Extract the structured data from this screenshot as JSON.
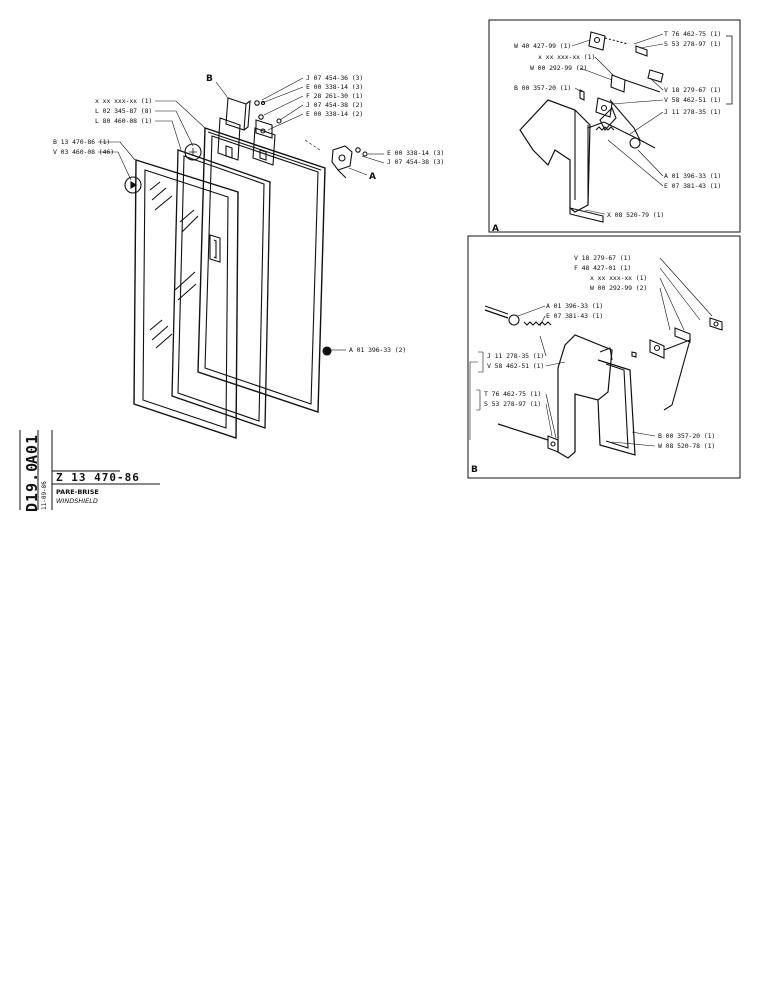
{
  "main_view": {
    "labels": [
      "J 07 454-36 (3)",
      "E 00 338-14 (3)",
      "F 28 261-30 (1)",
      "J 07 454-38 (2)",
      "E 00 338-14 (2)",
      "x xx xxx-xx (1)",
      "L 02 345-87 (8)",
      "L 80 460-08 (1)",
      "B 13 470-86 (1)",
      "V 03 460-08 (46)",
      "E 00 338-14 (3)",
      "J 07 454-38 (3)",
      "A 01 396-33 (2)"
    ],
    "callout_b": "B",
    "callout_a": "A"
  },
  "detail_a": {
    "letter": "A",
    "labels": [
      "T 76 462-75 (1)",
      "S 53 278-97 (1)",
      "W 40 427-99 (1)",
      "x xx xxx-xx (1)",
      "W 00 292-99 (2)",
      "B 00 357-20 (1)",
      "V 18 279-67 (1)",
      "V 58 462-51 (1)",
      "J 11 278-35 (1)",
      "A 01 396-33 (1)",
      "E 07 381-43 (1)",
      "X 08 520-79 (1)"
    ]
  },
  "detail_b": {
    "letter": "B",
    "labels": [
      "V 18 279-67 (1)",
      "F 48 427-01 (1)",
      "x xx xxx-xx (1)",
      "W 00 292-99 (2)",
      "A 01 396-33 (1)",
      "E 07 381-43 (1)",
      "J 11 278-35 (1)",
      "V 58 462-51 (1)",
      "T 76 462-75 (1)",
      "S 53 278-97 (1)",
      "B 00 357-20 (1)",
      "W 08 520-78 (1)"
    ]
  },
  "title_block": {
    "side_code_1": "A01",
    "side_code_2": "D19.0",
    "side_date": "11-09-86",
    "drawing_number": "Z 13 470-86",
    "title_fr": "PARE-BRISE",
    "title_en": "WINDSHIELD"
  }
}
